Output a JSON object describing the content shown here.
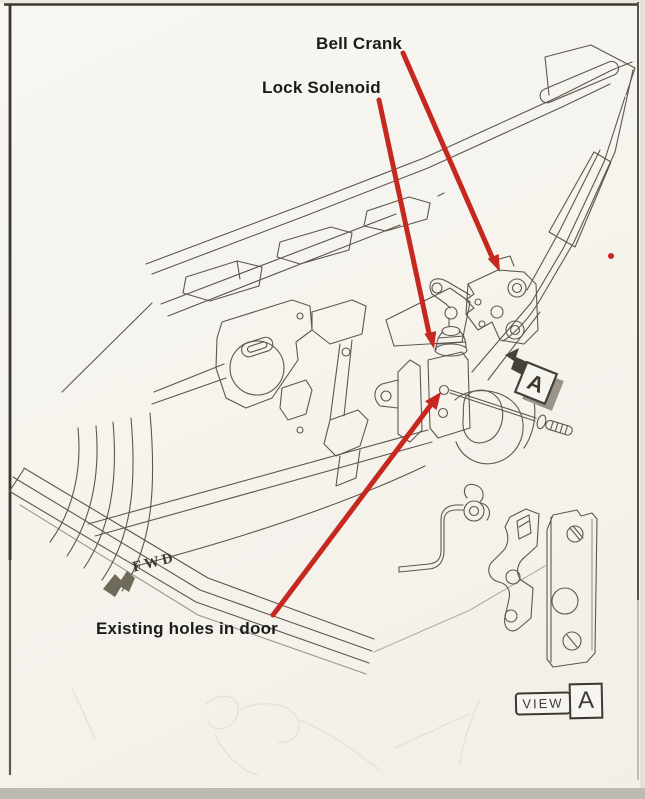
{
  "labels": {
    "bell_crank": "Bell Crank",
    "lock_solenoid": "Lock Solenoid",
    "existing_holes": "Existing holes in door",
    "fwd": "FWD",
    "view_word": "VIEW",
    "view_letter": "A",
    "direction_indicator_letter": "A"
  },
  "colors": {
    "annotation_red": "#c5281f",
    "ink": "#5b5850",
    "label_text": "#1c1c1c",
    "page_background": "#f5f3ec",
    "border_dark": "#3a3732",
    "fwd_arrow": "#6f6a5a"
  }
}
